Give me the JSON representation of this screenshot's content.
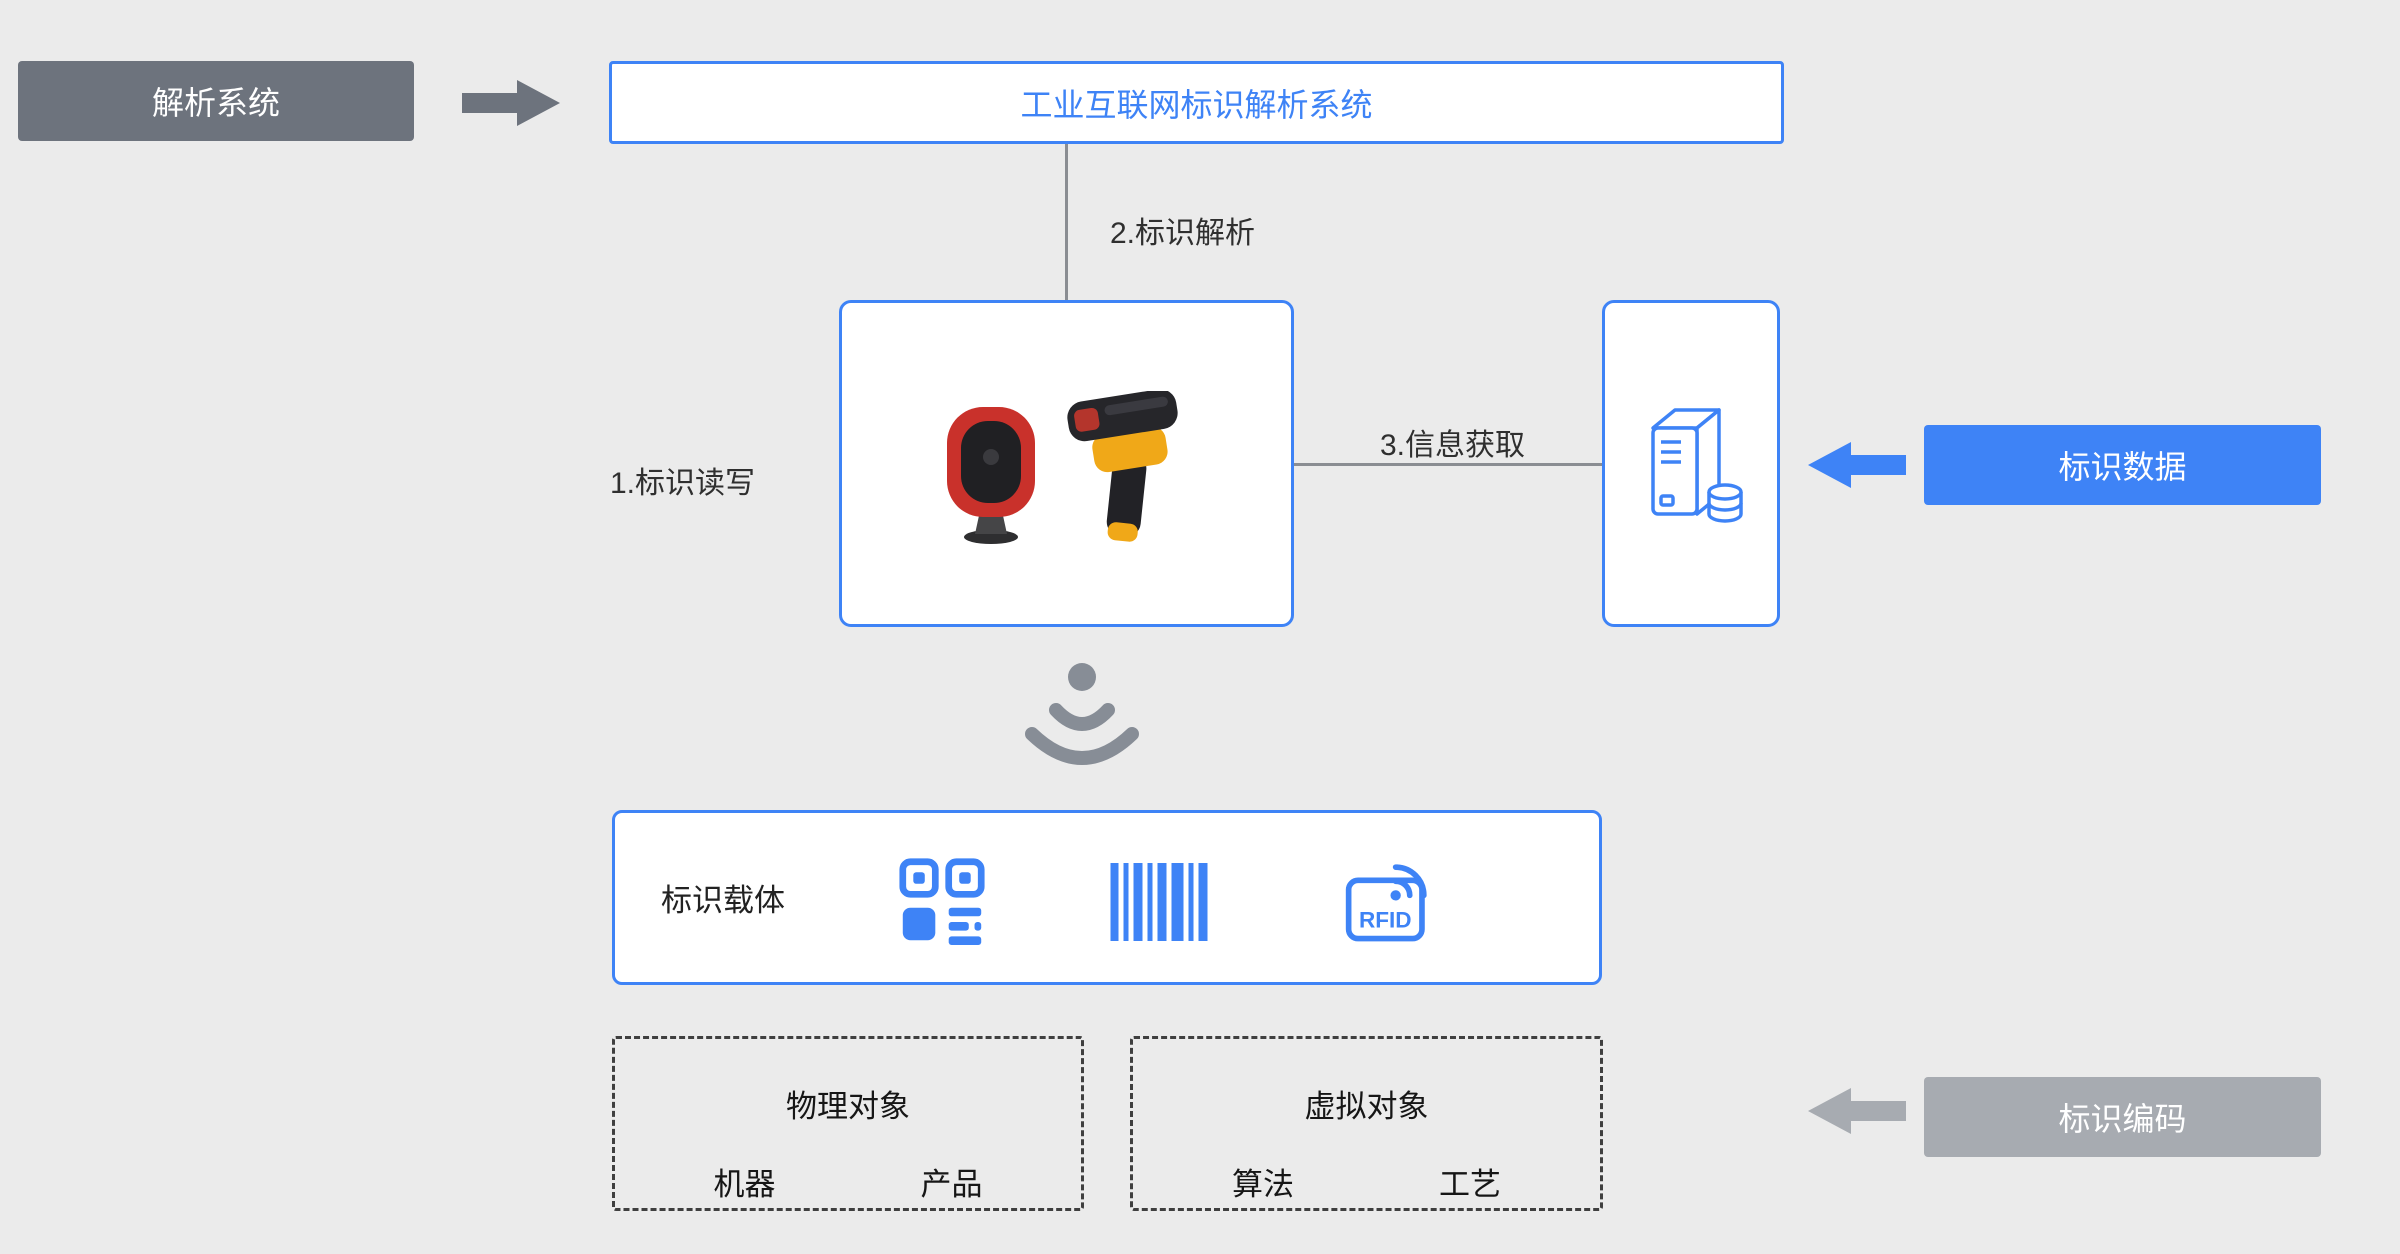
{
  "colors": {
    "background": "#ebebeb",
    "primary_blue": "#3e83f6",
    "dark_gray": "#6d737d",
    "light_gray": "#a7abb1",
    "line_gray": "#8a8d92",
    "text_dark": "#2f2f2f",
    "dashed_border": "#3f3f3f",
    "wifi_gray": "#878d96",
    "scanner_red": "#c9312b",
    "scanner_yellow": "#f0a818"
  },
  "nodes": {
    "resolution_system": "解析系统",
    "top_system": "工业互联网标识解析系统",
    "identity_data": "标识数据",
    "identity_encoding": "标识编码"
  },
  "steps": {
    "read_write": "1.标识读写",
    "resolve": "2.标识解析",
    "info_fetch": "3.信息获取"
  },
  "carrier": {
    "label": "标识载体",
    "rfid_text": "RFID"
  },
  "object_boxes": {
    "physical": {
      "title": "物理对象",
      "items": [
        "机器",
        "产品"
      ]
    },
    "virtual": {
      "title": "虚拟对象",
      "items": [
        "算法",
        "工艺"
      ]
    }
  }
}
